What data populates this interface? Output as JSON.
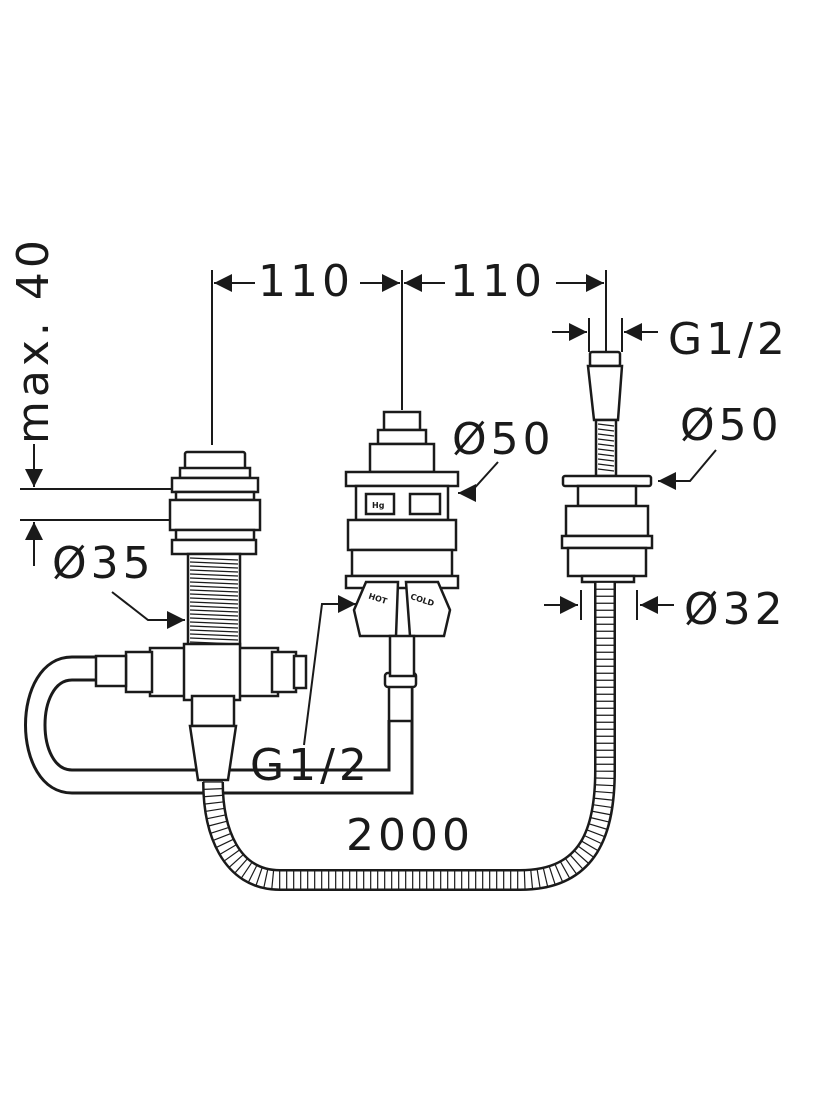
{
  "labels": {
    "dim_left_spacing": "110",
    "dim_right_spacing": "110",
    "dim_max_depth": "max. 40",
    "dim_left_diameter": "Ø35",
    "dim_center_diameter": "Ø50",
    "dim_right_diameter": "Ø50",
    "dim_right_shaft_diameter": "Ø32",
    "dim_top_thread": "G1/2",
    "dim_bottom_thread": "G1/2",
    "dim_hose_length": "2000",
    "valve_hot": "HOT",
    "valve_cold": "COLD",
    "valve_badge": "Hg"
  }
}
